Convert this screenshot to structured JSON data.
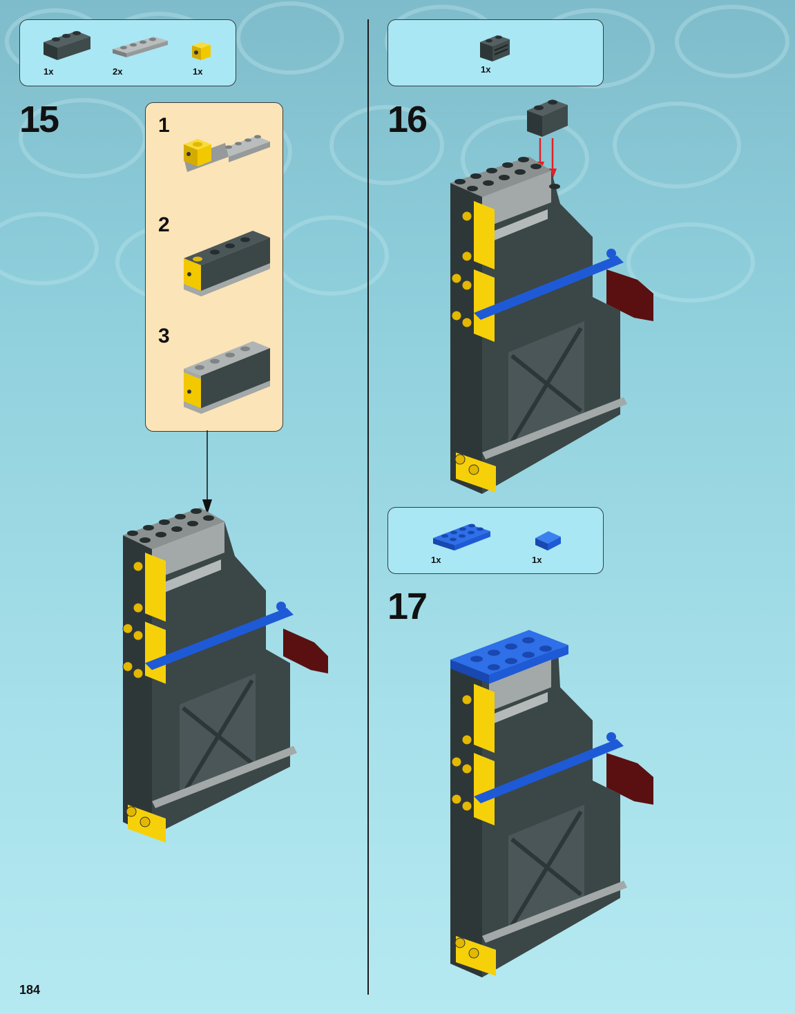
{
  "page_number": "184",
  "steps": [
    {
      "number": "15",
      "parts": [
        {
          "icon": "dark-gray-brick-1x3-icon",
          "qty": "1x"
        },
        {
          "icon": "light-gray-plate-1x4-icon",
          "qty": "2x"
        },
        {
          "icon": "yellow-brick-1x1-with-stud-icon",
          "qty": "1x"
        }
      ],
      "substeps": [
        "1",
        "2",
        "3"
      ]
    },
    {
      "number": "16",
      "parts": [
        {
          "icon": "dark-gray-brick-1x2-grille-icon",
          "qty": "1x"
        }
      ]
    },
    {
      "number": "17",
      "parts": [
        {
          "icon": "blue-plate-2x4-icon",
          "qty": "1x"
        },
        {
          "icon": "blue-slope-tile-icon",
          "qty": "1x"
        }
      ]
    }
  ],
  "colors": {
    "dark_gray": "#3b4647",
    "light_gray": "#a3a8a8",
    "yellow": "#f6d10a",
    "blue": "#1e5ad6",
    "dark_red": "#5a1010",
    "arrow_red": "#e0202a"
  }
}
